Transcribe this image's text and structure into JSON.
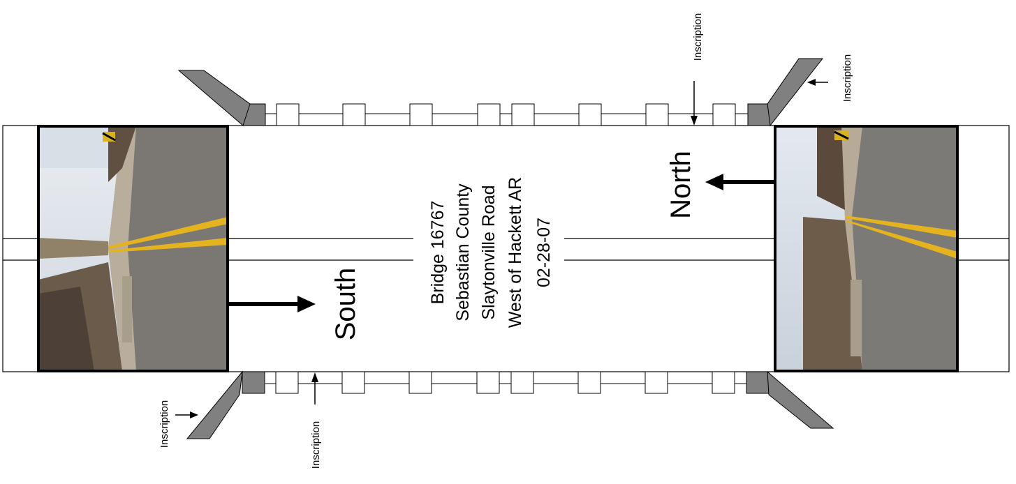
{
  "title_lines": [
    "Bridge 16767",
    "Sebastian County",
    "Slaytonville Road",
    "West of Hackett AR",
    "02-28-07"
  ],
  "direction_labels": {
    "south": "South",
    "north": "North"
  },
  "inscription_label": "Inscription",
  "photos": {
    "south_view": "road-photo-looking-south",
    "north_view": "road-photo-looking-north"
  },
  "colors": {
    "wingwall": "#808080",
    "outline": "#000000",
    "centerline": "#e8b400",
    "sky": "#dfe4ea",
    "road": "#7c7a76",
    "shoulder": "#b7ab98",
    "trees": "#5b4a3c"
  }
}
